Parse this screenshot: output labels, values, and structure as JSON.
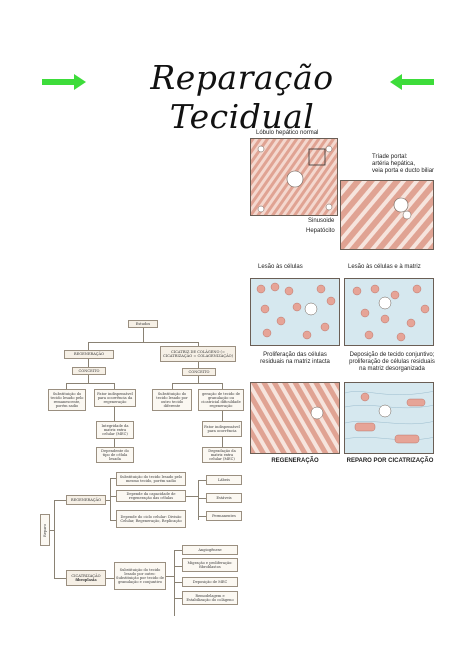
{
  "title": "Reparação Tecidual",
  "colors": {
    "arrow": "#3ddc3a",
    "tissue": "#e0a393",
    "background_panel": "#f3ddd5",
    "matrix": "#d6e8ef"
  },
  "liver_figure": {
    "label_normal": "Lóbulo hepático normal",
    "label_triad": "Tríade portal:\nartéria hepática,\nveia porta e ducto biliar",
    "label_sinusoid": "Sinusoide",
    "label_hepatocyte": "Hepatócito",
    "label_cell_injury": "Lesão às células",
    "label_cell_matrix_injury": "Lesão às células e à matriz",
    "label_prolif": "Proliferação das células\nresiduais na matriz intacta",
    "label_deposition": "Deposição de tecido conjuntivo;\nproliferação de células residuais\nna matriz desorganizada",
    "label_regeneration": "REGENERAÇÃO",
    "label_repair": "REPARO POR CICATRIZAÇÃO"
  },
  "flowchart_top": {
    "root": "Estudos",
    "left": "REGENERAÇÃO",
    "right": "CICATRIZ DE COLÁGENO (= CICATRIZAÇÃO = COLAGENIZAÇÃO)",
    "left_concept": "CONCEITO",
    "right_concept": "CONCEITO",
    "left_a": "Substituição do tecido lesado pelo remanescente, porém sadio",
    "left_b": "Fator indispensável para ocorrência da regeneração",
    "left_b1": "Integridade da matriz extra celular (MEC)",
    "left_b2": "Dependente do tipo de célula lesada",
    "right_a": "Substituição do tecido lesado por outro tecido diferente",
    "right_b": "geração de tecido de granulação ou cicatricial dificuldade regeneração",
    "right_b1": "Fator indispensável para ocorrência",
    "right_b2": "Degradação da matriz extra celular (MEC)"
  },
  "flowchart_bottom": {
    "root": "Reparo",
    "regen": "REGENERAÇÃO",
    "regen_items": [
      "Substituição do tecido lesado pelo mesmo tecido, porém sadio",
      "Depende da capacidade de regeneração das células",
      "Depende do ciclo celular: Divisão Celular, Regeneração, Replicação"
    ],
    "cell_types": [
      "Lábeis",
      "Estáveis",
      "Permanentes"
    ],
    "cicat": "CICATRIZAÇÃO",
    "cicat_sub": "fibroplasia",
    "cicat_item": "Substituição do tecido lesado por outro: Substituição por tecido de granulação e conjuntivo",
    "steps": [
      "Angiogênese",
      "Migração e proliferação: fibroblastos",
      "Deposição de MEC",
      "Remodelagem e Estabilização do colágeno"
    ]
  }
}
